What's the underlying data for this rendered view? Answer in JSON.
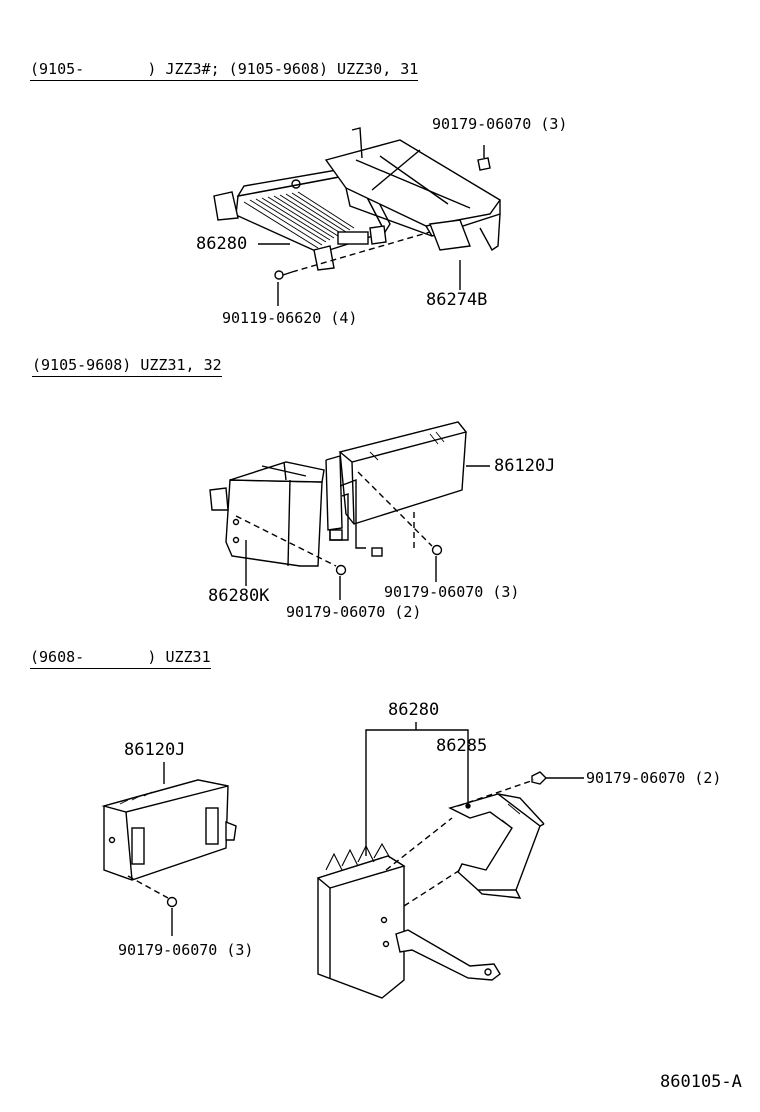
{
  "sections": [
    {
      "header": "(9105-       ) JZZ3#; (9105-9608) UZZ30, 31",
      "labels": {
        "bolt_top": "90179-06070 (3)",
        "amp": "86280",
        "bolt_bottom": "90119-06620 (4)",
        "bracket": "86274B"
      }
    },
    {
      "header": "(9105-9608) UZZ31, 32",
      "labels": {
        "unit_right": "86120J",
        "unit_left": "86280K",
        "bolt_right": "90179-06070 (3)",
        "bolt_left": "90179-06070 (2)"
      }
    },
    {
      "header": "(9608-       ) UZZ31",
      "labels": {
        "unit_left": "86120J",
        "bolt_left": "90179-06070 (3)",
        "amp_group": "86280",
        "bracket": "86285",
        "bolt_right": "90179-06070 (2)"
      }
    }
  ],
  "footer": {
    "code": "860105-A"
  }
}
